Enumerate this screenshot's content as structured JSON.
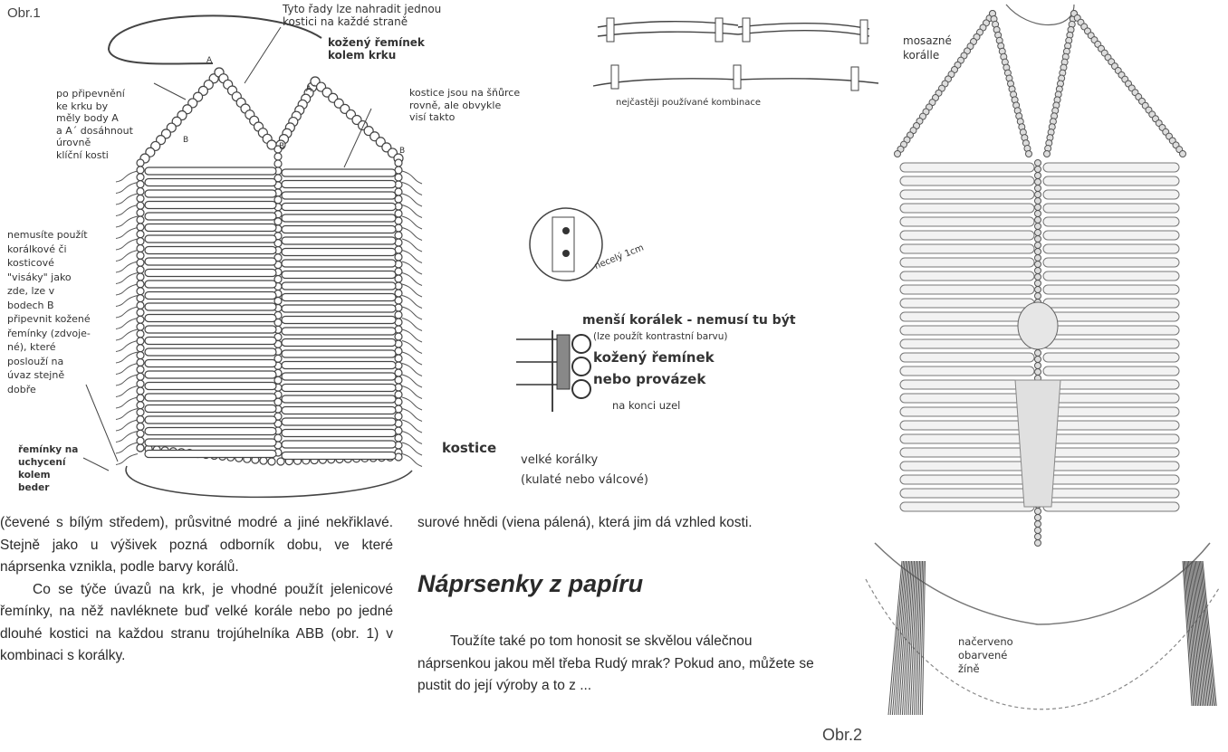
{
  "figure1": {
    "label": "Obr.1",
    "notes": {
      "top_note": "Tyto řady lze nahradit jednou\nkostici na každé straně",
      "neck_strap": "kožený řemínek\nkolem krku",
      "attach_note": "po připevnění\nke krku by\nměly body A\na A´ dosáhnout\núrovně\nklíční kosti",
      "bones_note": "kostice jsou na šňůrce\nrovně, ale obvykle\nvisí takto",
      "pendants_note": "nemusíte použít\nkorálkové či\nkosticové\n\"visáky\" jako\nzde, lze v\nbodech B\npřipevnit kožené\nřemínky (zdvoje-\nné), které\nposlouží na\núvaz stejně\ndobře",
      "waist_note": "řemínky na\nuchycení\nkolem\nbeder",
      "combos_note": "nejčastěji používané kombinace",
      "about_1cm": "necelý 1cm",
      "small_bead": "menší korálek - nemusí tu být",
      "small_bead_sub": "(lze použít kontrastní barvu)",
      "leather_strap": "kožený řemínek\nnebo provázek",
      "knot": "na konci uzel",
      "kostice": "kostice",
      "big_beads": "velké korálky\n(kulaté nebo válcové)",
      "point_a": "A",
      "point_a2": "A´",
      "point_b": "B"
    }
  },
  "figure2": {
    "label": "Obr.2",
    "notes": {
      "brass_beads": "mosazné\nkorálle",
      "horsehair": "načerveno\nobarvené\nžíně"
    }
  },
  "column1": {
    "paragraph1": "(čevené s bílým středem), průsvitné modré a jiné nekřiklavé. Stejně jako u výšivek pozná odborník dobu, ve které náprsenka vznikla, podle barvy korálů.",
    "paragraph2": "Co se týče úvazů na krk, je vhodné použít jelenicové řemínky, na něž navléknete buď velké korále nebo po jedné dlouhé kostici na každou stranu trojúhelníka ABB (obr. 1)  v kombinaci s korálky."
  },
  "column2": {
    "paragraph1": "surové hnědi (viena pálená), která jim dá vzhled kosti.",
    "heading": "Náprsenky z papíru",
    "paragraph2": "Toužíte také po tom honosit se skvělou válečnou náprsenkou jakou měl třeba Rudý mrak? Pokud ano, můžete se pustit do její výroby a to z ..."
  }
}
